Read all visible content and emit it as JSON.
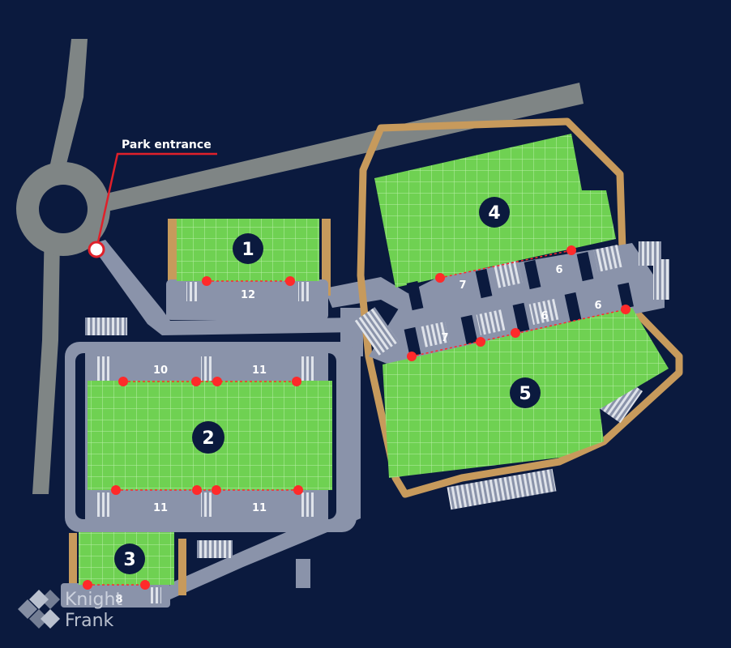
{
  "map": {
    "entrance_label": "Park entrance",
    "buildings": [
      {
        "name": "building-1",
        "label": "1"
      },
      {
        "name": "building-2",
        "label": "2"
      },
      {
        "name": "building-3",
        "label": "3"
      },
      {
        "name": "building-4",
        "label": "4"
      },
      {
        "name": "building-5",
        "label": "5"
      }
    ],
    "dock_counts": {
      "b1": "12",
      "b2_top_left": "10",
      "b2_top_right": "11",
      "b2_bottom_left": "11",
      "b2_bottom_right": "11",
      "b3": "8",
      "b4_left": "7",
      "b4_right": "6",
      "b5_left": "7",
      "b5_mid": "6",
      "b5_right": "6"
    }
  },
  "logo": {
    "line1": "Knight",
    "line2": "Frank"
  },
  "colors": {
    "background": "#0b1a3e",
    "building": "#6fd152",
    "road": "#7f8585",
    "yard": "#8a93aa",
    "fence": "#c79a5c",
    "dock_marker": "#ff2a2a"
  }
}
